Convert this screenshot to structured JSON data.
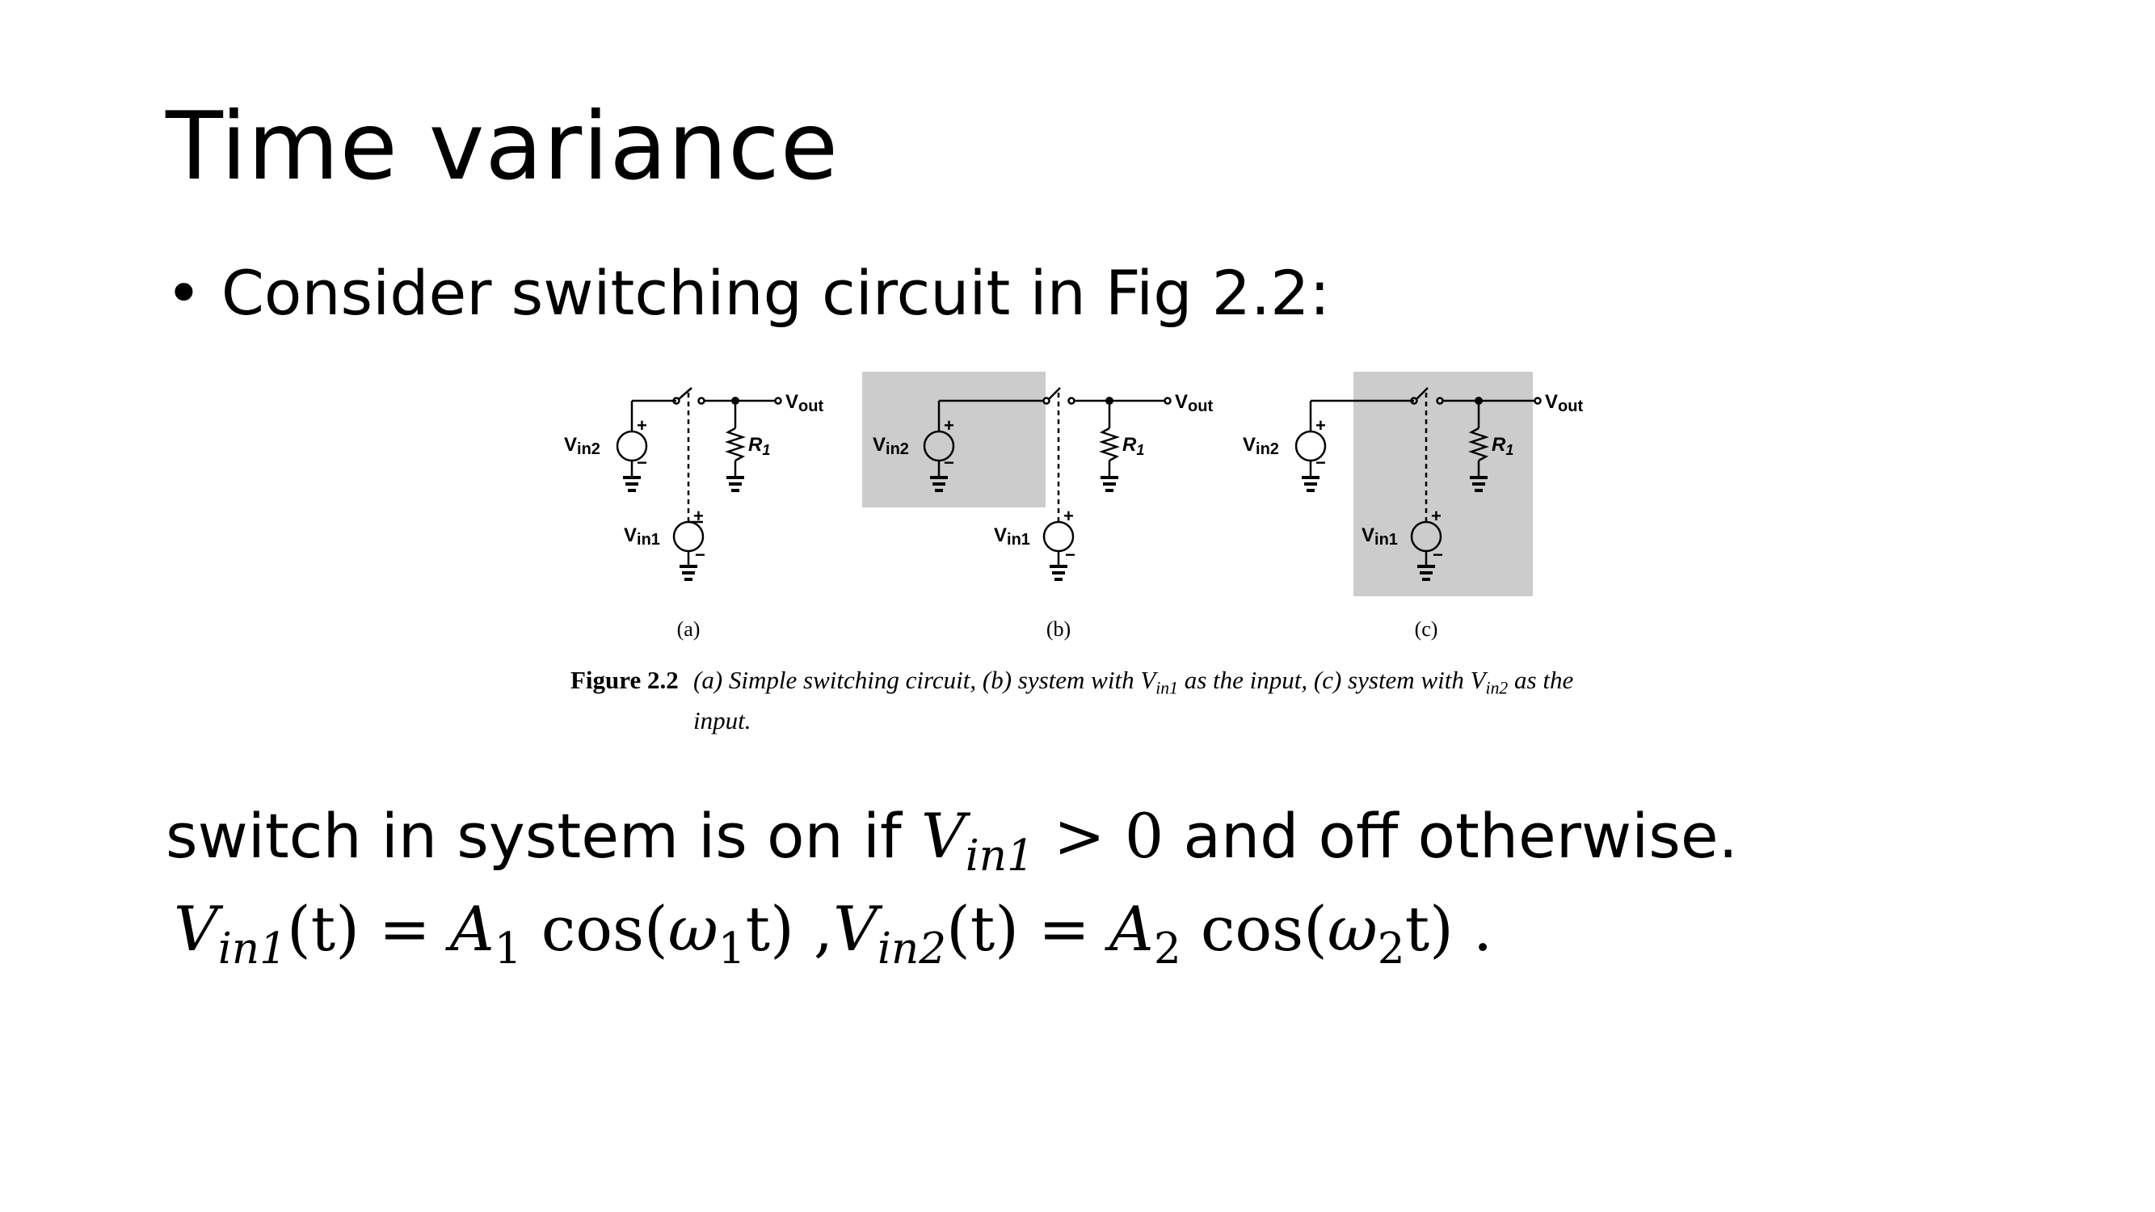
{
  "slide": {
    "title": "Time variance",
    "bullet_symbol": "•",
    "bullet_text": "Consider switching circuit in Fig 2.2:"
  },
  "figure": {
    "panels": [
      {
        "label": "(a)",
        "shaded": false
      },
      {
        "label": "(b)",
        "shaded": true
      },
      {
        "label": "(c)",
        "shaded": true
      }
    ],
    "vout_label": "V",
    "vout_sub": "out",
    "vin1_label": "V",
    "vin1_sub": "in1",
    "vin2_label": "V",
    "vin2_sub": "in2",
    "r_label": "R",
    "r_sub": "1",
    "plus": "+",
    "minus": "−",
    "shade_color": "#cccccc",
    "caption_label": "Figure 2.2",
    "caption_text_a": "(a) Simple switching circuit, (b) system with V",
    "caption_sub1": "in1",
    "caption_text_b": " as the input, (c) system with V",
    "caption_sub2": "in2",
    "caption_text_c": " as the input."
  },
  "body": {
    "line3_pre": "switch in system is on if ",
    "line3_var": "V",
    "line3_sub": "in1",
    "line3_op": " > 0",
    "line3_post": " and off otherwise.",
    "eq1_var": "V",
    "eq1_sub": "in1",
    "eq1_arg": "(t) = ",
    "eq1_amp": "A",
    "eq1_amp_sub": "1",
    "eq1_cos": " cos(",
    "eq1_w": "ω",
    "eq1_w_sub": "1",
    "eq1_t": "t)",
    "eq_sep": " ,",
    "eq2_var": "V",
    "eq2_sub": "in2",
    "eq2_arg": "(t) = ",
    "eq2_amp": "A",
    "eq2_amp_sub": "2",
    "eq2_cos": " cos(",
    "eq2_w": "ω",
    "eq2_w_sub": "2",
    "eq2_t": "t)",
    "eq_end": " ."
  }
}
